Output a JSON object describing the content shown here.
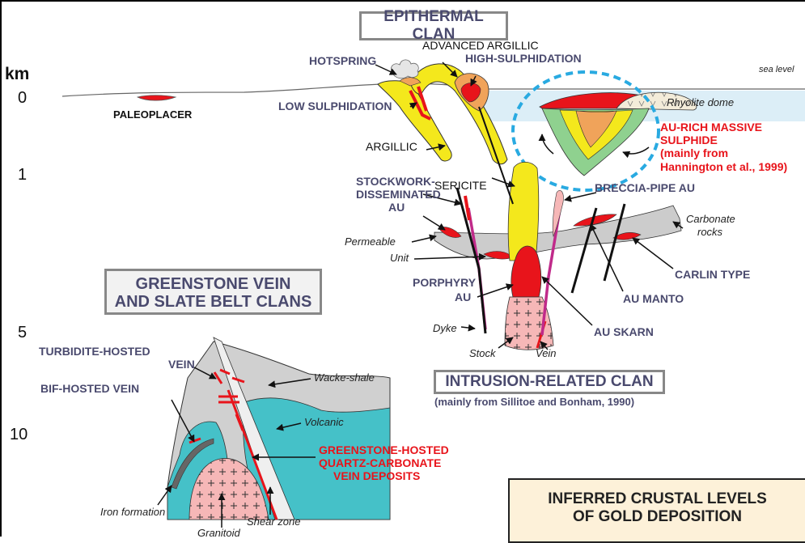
{
  "title_boxes": {
    "epithermal": "EPITHERMAL CLAN",
    "greenstone_l1": "GREENSTONE VEIN",
    "greenstone_l2": "AND SLATE BELT CLANS",
    "intrusion": "INTRUSION-RELATED CLAN",
    "inferred_l1": "INFERRED CRUSTAL LEVELS",
    "inferred_l2": "OF GOLD DEPOSITION"
  },
  "depth_axis": {
    "unit": "km",
    "ticks": [
      "0",
      "1",
      "5",
      "10"
    ]
  },
  "labels": {
    "advanced_argillic": "ADVANCED ARGILLIC",
    "high_sulphidation": "HIGH-SULPHIDATION",
    "hotspring": "HOTSPRING",
    "low_sulphidation": "LOW SULPHIDATION",
    "paleoplacer": "PALEOPLACER",
    "argillic": "ARGILLIC",
    "sericite": "SERICITE",
    "stockwork_l1": "STOCKWORK-",
    "stockwork_l2": "DISSEMINATED",
    "stockwork_l3": "AU",
    "breccia_pipe": "BRECCIA-PIPE AU",
    "porphyry_l1": "PORPHYRY",
    "porphyry_l2": "AU",
    "carlin": "CARLIN TYPE",
    "au_manto": "AU MANTO",
    "au_skarn": "AU SKARN",
    "turbidite_l1": "TURBIDITE-HOSTED",
    "turbidite_l2": "VEIN",
    "bif": "BIF-HOSTED VEIN",
    "sea_level": "sea level",
    "rhyolite": "Rhyolite dome",
    "carbonate_l1": "Carbonate",
    "carbonate_l2": "rocks",
    "permeable": "Permeable",
    "unit": "Unit",
    "dyke": "Dyke",
    "stock": "Stock",
    "vein": "Vein",
    "wacke": "Wacke-shale",
    "volcanic": "Volcanic",
    "iron_formation": "Iron formation",
    "granitoid": "Granitoid",
    "shear_zone": "Shear zone",
    "vms_l1": "AU-RICH MASSIVE",
    "vms_l2": "SULPHIDE",
    "vms_l3": "(mainly from",
    "vms_l4": "Hannington et al., 1999)",
    "greenstone_hosted_l1": "GREENSTONE-HOSTED",
    "greenstone_hosted_l2": "QUARTZ-CARBONATE",
    "greenstone_hosted_l3": "VEIN DEPOSITS",
    "sillitoe": "(mainly from Sillitoe and Bonham, 1990)"
  },
  "colors": {
    "clan_text": "#4a4a6e",
    "deposit_red": "#e8141b",
    "alteration_yellow": "#f4e81c",
    "sea_blue": "#dceef7",
    "dashed_circle": "#29aae1",
    "carbonate_grey": "#cccccc",
    "volcanic_teal": "#45c1c8",
    "granitoid_pink": "#f6b7b7",
    "inferred_box_fill": "#fdf1d9"
  }
}
